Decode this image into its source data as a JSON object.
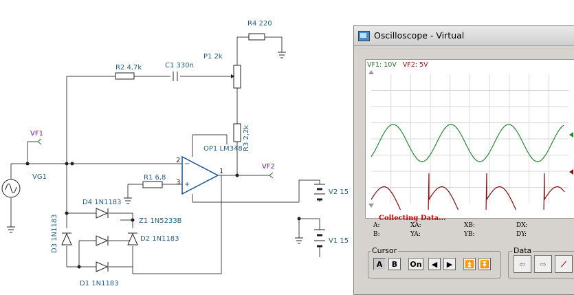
{
  "schematic": {
    "labels": {
      "r4": "R4 220",
      "p1": "P1 2k",
      "r2": "R2 4,7k",
      "c1": "C1 330n",
      "r3": "R3 2,2k",
      "vf1": "VF1",
      "vg1": "VG1",
      "op1": "OP1 LM348",
      "vf2": "VF2",
      "r1": "R1 6,8",
      "v2": "V2 15",
      "v1": "V1 15",
      "d4": "D4 1N1183",
      "z1": "Z1 1N5233B",
      "d3": "D3 1N1183",
      "d2": "D2 1N1183",
      "d1": "D1 1N1183",
      "pin2": "2",
      "pin3": "3",
      "pin1": "1",
      "minus": "−",
      "plus": "+"
    }
  },
  "scope": {
    "title": "Oscilloscope - Virtual",
    "vf1_scale": "VF1: 10V",
    "vf2_scale": "VF2: 5V",
    "status": "Collecting Data...",
    "readouts": {
      "a": "A:",
      "xa": "XA:",
      "xb": "XB:",
      "dx": "DX:",
      "b": "B:",
      "ya": "YA:",
      "yb": "YB:",
      "dy": "DY:"
    },
    "cursor_group": "Cursor",
    "data_group": "Data",
    "buttons": {
      "a": "A",
      "b": "B",
      "on": "On"
    },
    "colors": {
      "vf1_trace": "#1f8a2f",
      "vf2_trace": "#8b0a0a",
      "status": "#d40000"
    }
  }
}
